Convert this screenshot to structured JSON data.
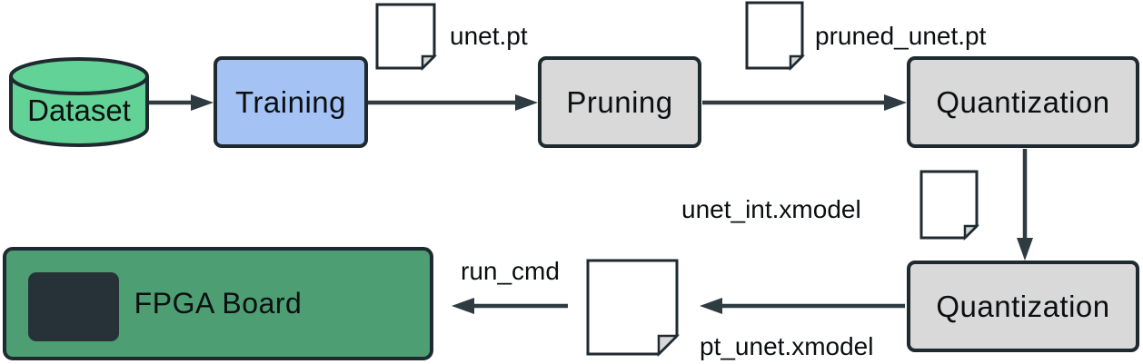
{
  "nodes": {
    "dataset": {
      "label": "Dataset"
    },
    "training": {
      "label": "Training"
    },
    "pruning": {
      "label": "Pruning"
    },
    "quantization_top": {
      "label": "Quantization"
    },
    "quantization_bottom": {
      "label": "Quantization"
    },
    "fpga_board": {
      "label": "FPGA Board"
    }
  },
  "artifact_labels": {
    "unet_pt": "unet.pt",
    "pruned_unet_pt": "pruned_unet.pt",
    "unet_int_xmodel": "unet_int.xmodel",
    "pt_unet_xmodel": "pt_unet.xmodel",
    "run_cmd": "run_cmd"
  },
  "icons": {
    "dataset_shape": "database-cylinder-icon",
    "file_shape": "document-file-icon",
    "fpga_chip": "chip-icon"
  },
  "colors": {
    "background": "#ffffff",
    "dataset_fill": "#63d297",
    "training_fill": "#a4c2f4",
    "process_fill": "#d9d9d9",
    "fpga_fill": "#4d9e72",
    "chip_fill": "#263238",
    "outline_dark": "#1f2a30",
    "arrow": "#2e3b41",
    "file_fill": "#ffffff",
    "file_fold_fill": "#d8d8d8",
    "text": "#0b0f11"
  }
}
